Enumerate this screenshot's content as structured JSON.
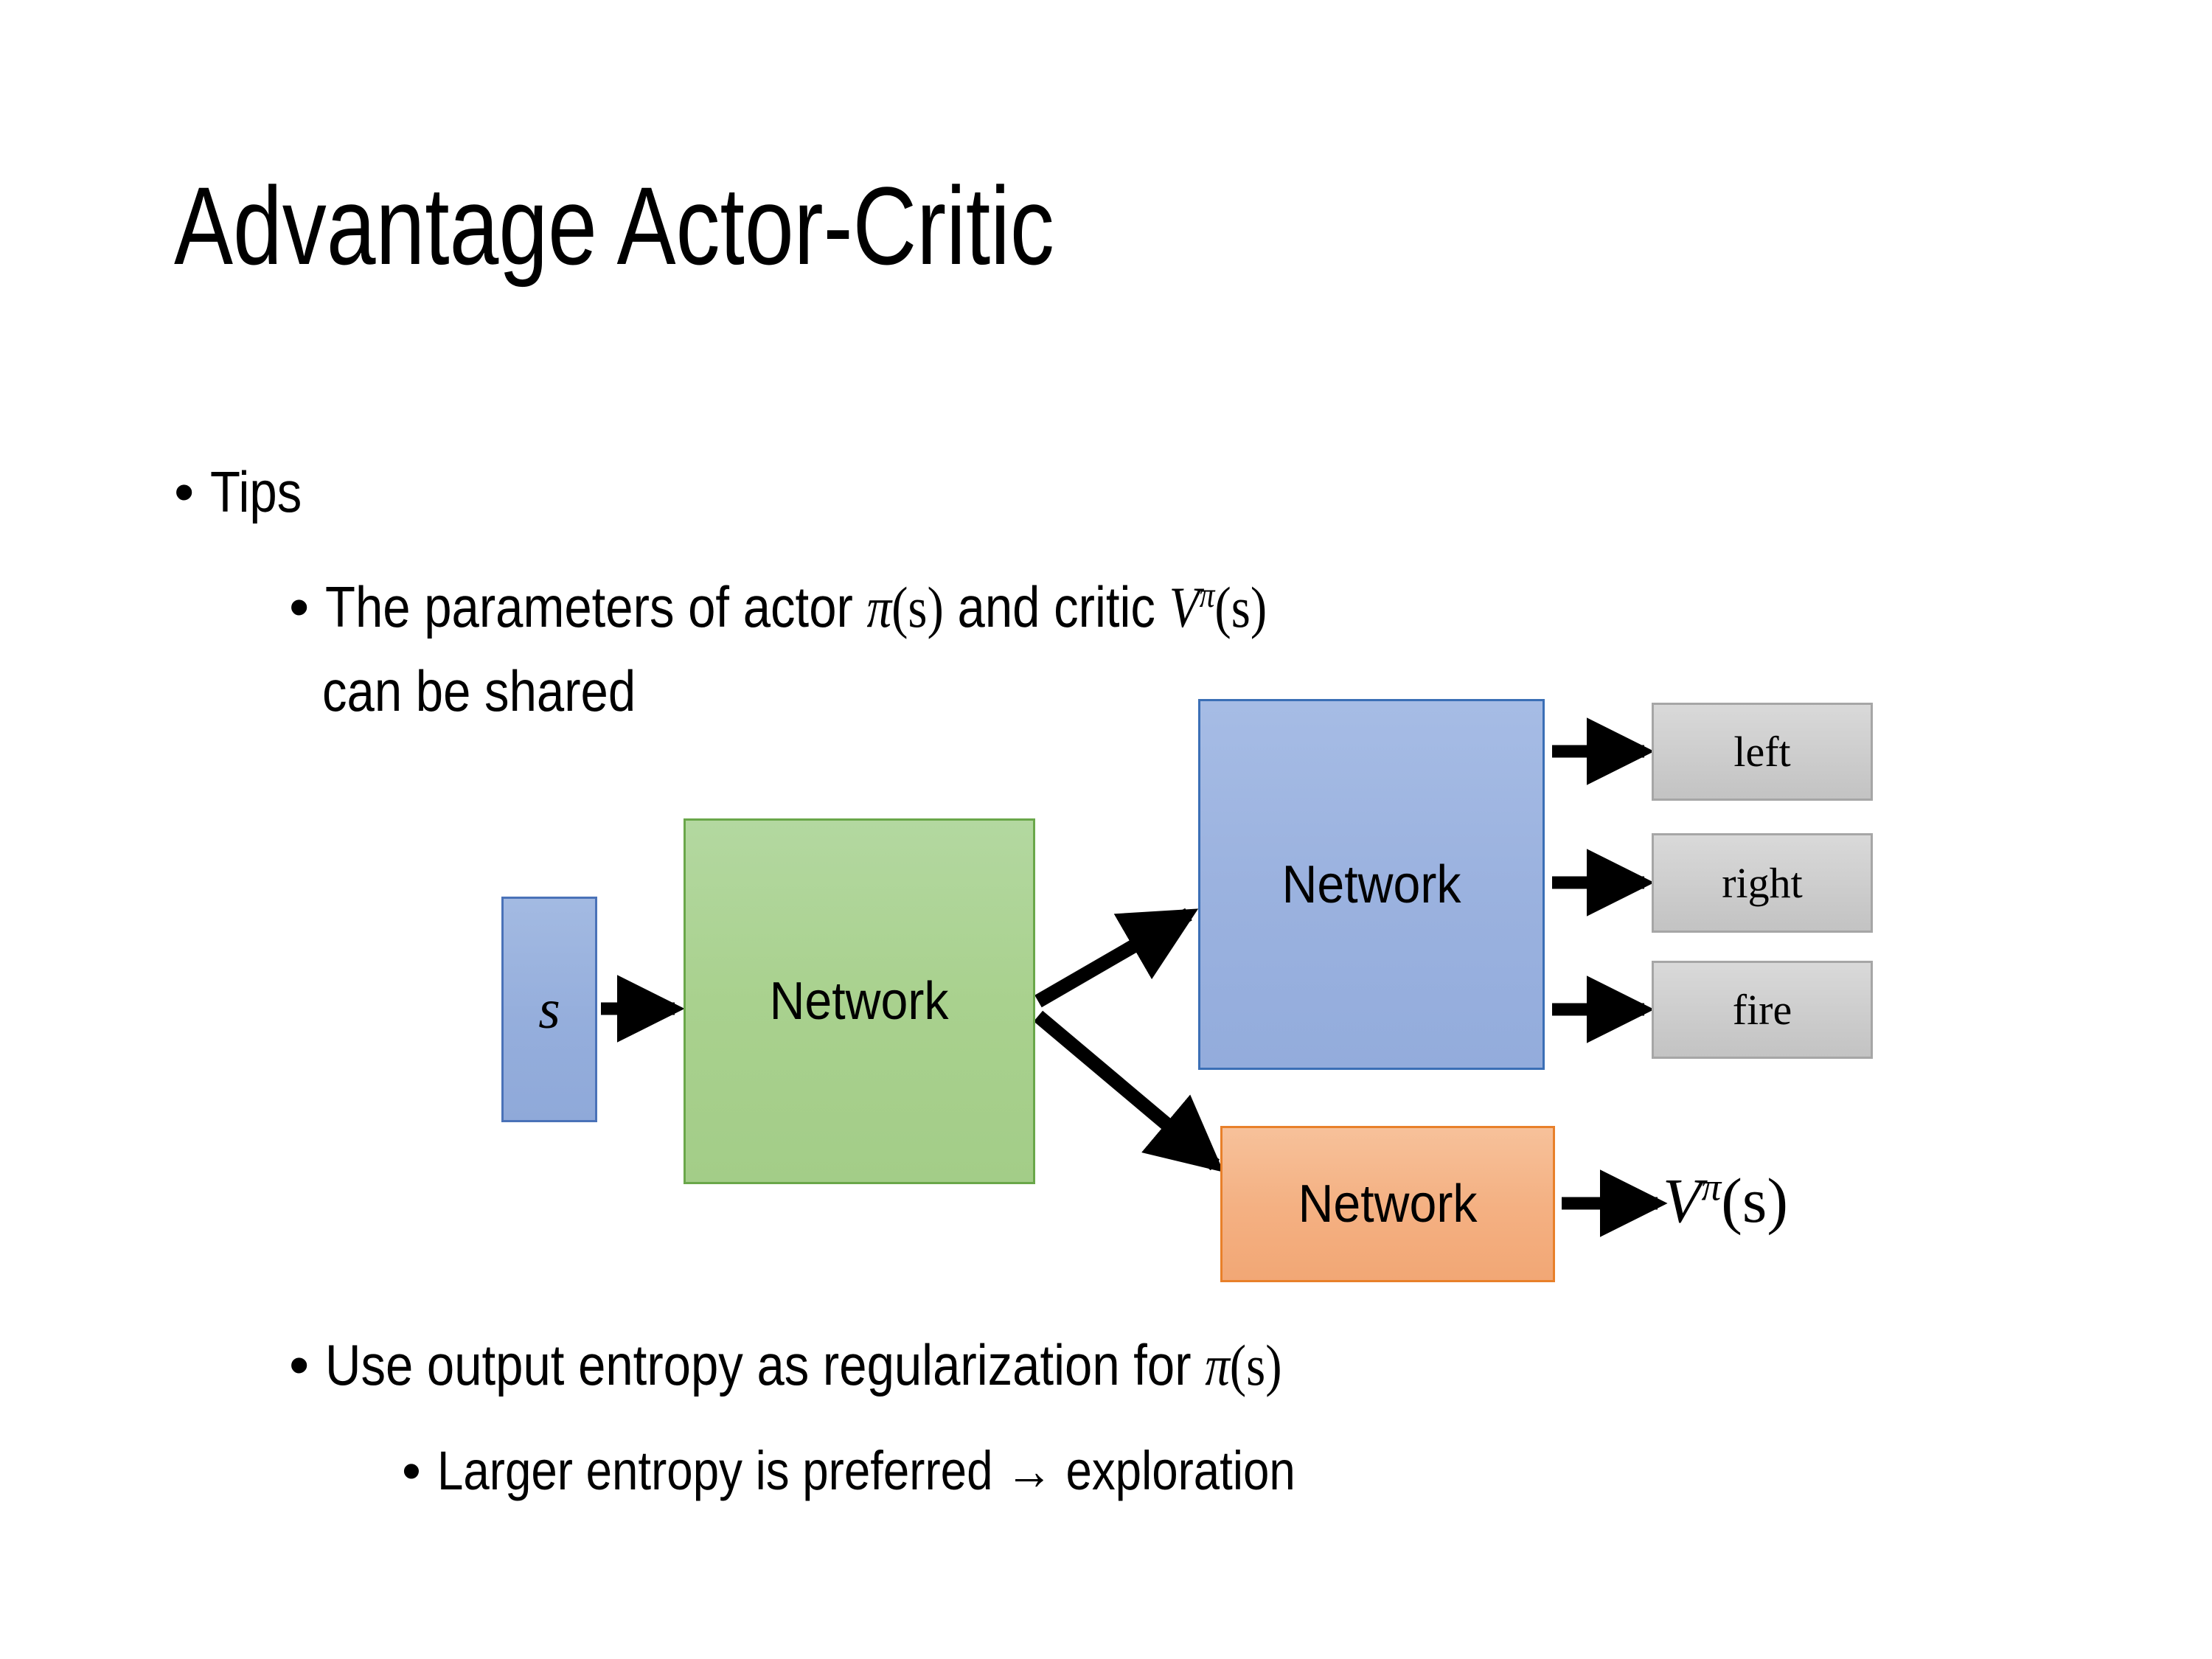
{
  "slide": {
    "title": "Advantage Actor-Critic",
    "background_color": "#FFFFFF"
  },
  "bullets": {
    "tips": {
      "marker": "•",
      "text": "Tips"
    },
    "shared_params": {
      "marker": "•",
      "line1_pre": "The parameters of actor ",
      "line1_math_pi": "π",
      "line1_math_pi_arg": "(s)",
      "line1_mid": "  and critic ",
      "line1_math_v": "V",
      "line1_math_v_sup": "π",
      "line1_math_v_arg": "(s)",
      "line2": "can be shared"
    },
    "entropy": {
      "marker": "•",
      "pre": "Use output entropy as regularization for ",
      "math_pi": "π",
      "math_pi_arg": "(s)"
    },
    "larger_entropy": {
      "marker": "•",
      "text": "Larger entropy is preferred → exploration"
    }
  },
  "diagram": {
    "input_box": {
      "label": "s",
      "fill": "#95AEDC",
      "border": "#4A72B8"
    },
    "shared_network": {
      "label": "Network",
      "fill": "#A9D18E",
      "border": "#6AA74A"
    },
    "actor_network": {
      "label": "Network",
      "fill": "#9BB2DF",
      "border": "#3B6FB6"
    },
    "critic_network": {
      "label": "Network",
      "fill": "#F4B183",
      "border": "#E8802A"
    },
    "action_outputs": [
      {
        "label": "left",
        "fill": "#CFCFCF",
        "border": "#A6A6A6"
      },
      {
        "label": "right",
        "fill": "#CFCFCF",
        "border": "#A6A6A6"
      },
      {
        "label": "fire",
        "fill": "#CFCFCF",
        "border": "#A6A6A6"
      }
    ],
    "value_output": {
      "symbol": "V",
      "superscript": "π",
      "argument": "(s)"
    },
    "arrow_color": "#000000"
  }
}
